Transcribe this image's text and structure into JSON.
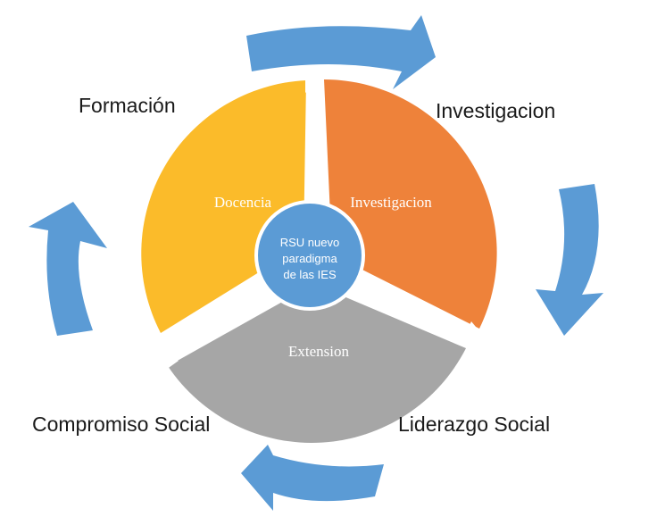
{
  "colors": {
    "docencia": "#fbbb2a",
    "investigacion": "#ee823a",
    "extension": "#a6a6a6",
    "hub": "#5b9bd5",
    "arrows": "#5b9bd5",
    "background": "#ffffff"
  },
  "segments": {
    "docencia": "Docencia",
    "investigacion": "Investigacion",
    "extension": "Extension"
  },
  "hub": {
    "line1": "RSU nuevo",
    "line2": "paradigma",
    "line3": "de las IES"
  },
  "outer_labels": {
    "formacion": "Formación",
    "investigacion": "Investigacion",
    "compromiso": "Compromiso Social",
    "liderazgo": "Liderazgo Social"
  }
}
